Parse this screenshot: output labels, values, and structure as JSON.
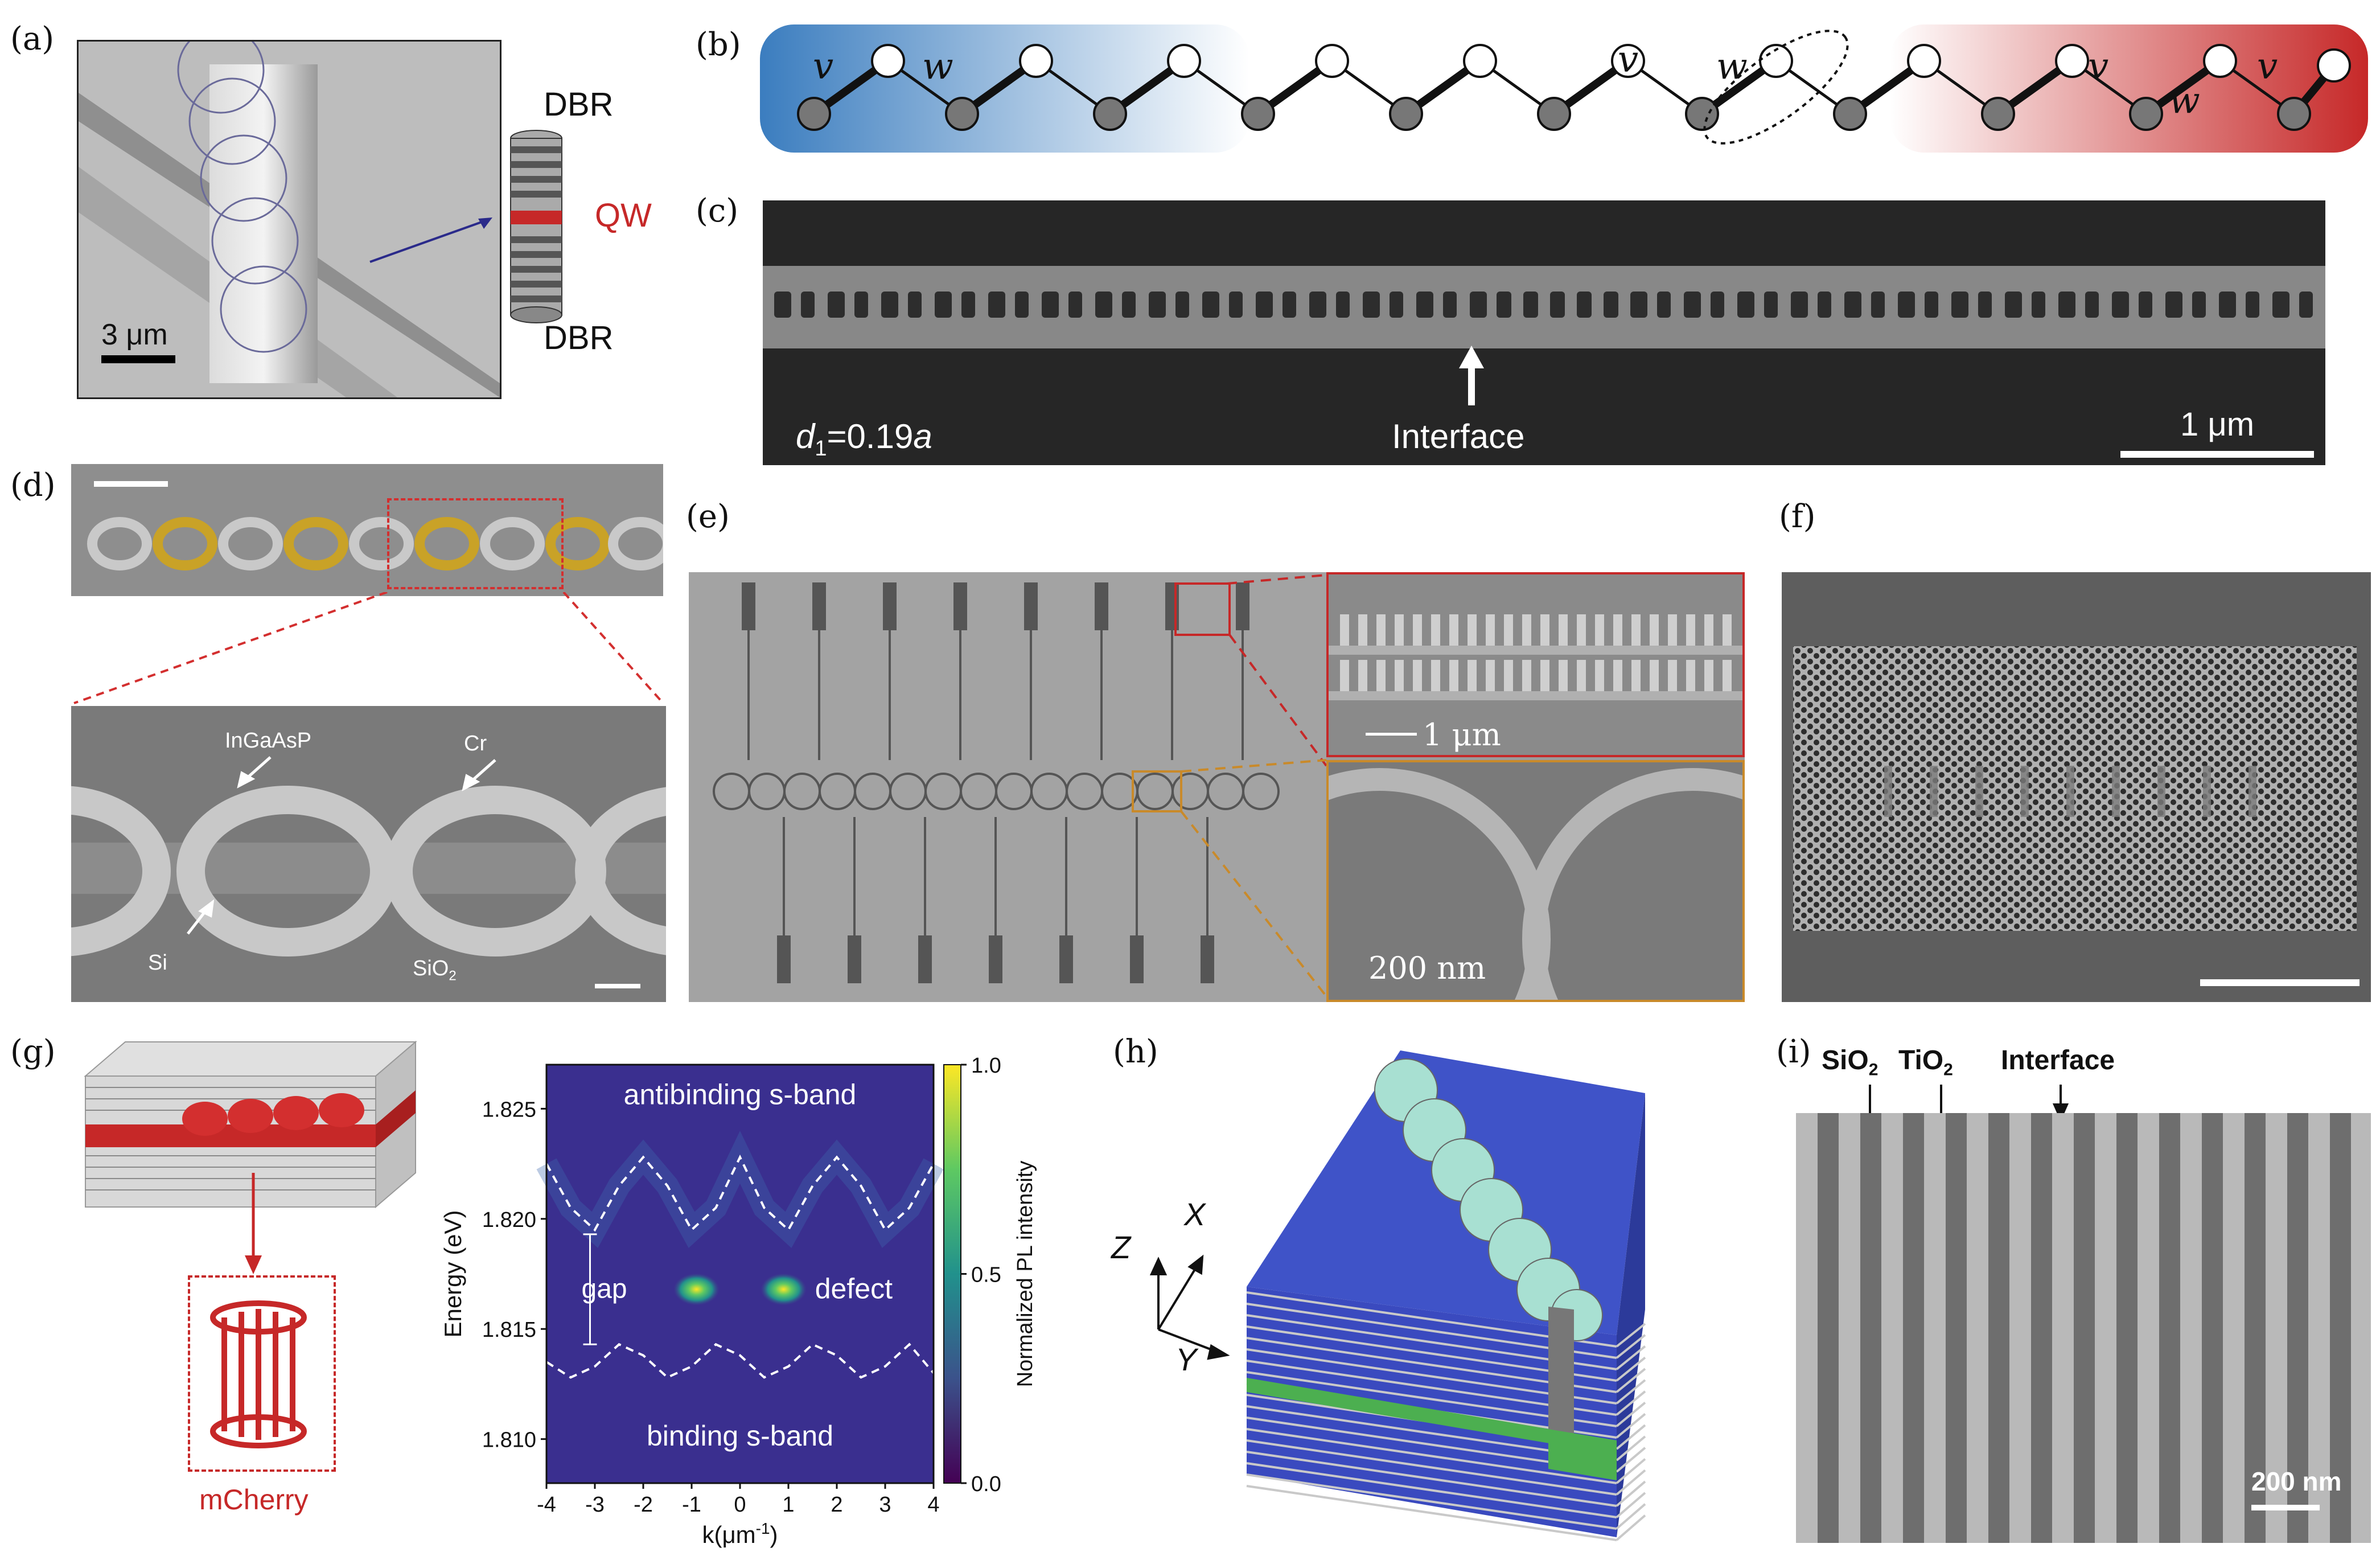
{
  "panels": {
    "a": {
      "label": "(a)",
      "scalebar": "3 μm",
      "dbr_top": "DBR",
      "qw": "QW",
      "dbr_bottom": "DBR",
      "qw_color": "#c62828"
    },
    "b": {
      "label": "(b)",
      "v_labels": [
        "v",
        "v",
        "v",
        "v"
      ],
      "w_labels": [
        "w",
        "w",
        "w"
      ],
      "left_color": "#3b7dbf",
      "right_color": "#c62828"
    },
    "c": {
      "label": "(c)",
      "d1": "d",
      "d1_sub": "1",
      "d1_val": "=0.19",
      "d1_a": "a",
      "interface": "Interface",
      "scalebar": "1 μm"
    },
    "d": {
      "label": "(d)",
      "ingaasp": "InGaAsP",
      "cr": "Cr",
      "si": "Si",
      "sio2_main": "SiO",
      "sio2_sub": "2",
      "ring_gold": "#c9a227"
    },
    "e": {
      "label": "(e)",
      "scale1": "1 μm",
      "scale2": "200 nm"
    },
    "f": {
      "label": "(f)"
    },
    "g": {
      "label": "(g)",
      "mcherry": "mCherry",
      "band_top": "antibinding s-band",
      "band_bottom": "binding s-band",
      "gap": "gap",
      "defect": "defect",
      "ylabel": "Energy (eV)",
      "xlabel_main": "k(μm",
      "xlabel_sup": "-1",
      "xlabel_end": ")",
      "colorbar_label": "Normalized PL intensity",
      "yticks": [
        "1.825",
        "1.820",
        "1.815",
        "1.810"
      ],
      "xticks": [
        "-4",
        "-3",
        "-2",
        "-1",
        "0",
        "1",
        "2",
        "3",
        "4"
      ],
      "cbticks": [
        "1.0",
        "0.5",
        "0.0"
      ]
    },
    "h": {
      "label": "(h)",
      "axis_z": "Z",
      "axis_x": "X",
      "axis_y": "Y"
    },
    "i": {
      "label": "(i)",
      "sio2_main": "SiO",
      "sio2_sub": "2",
      "tio2_main": "TiO",
      "tio2_sub": "2",
      "interface": "Interface",
      "scalebar": "200 nm"
    }
  },
  "chart_data": {
    "type": "heatmap",
    "title": "",
    "xlabel": "k(μm-1)",
    "ylabel": "Energy (eV)",
    "xlim": [
      -4,
      4
    ],
    "ylim": [
      1.808,
      1.827
    ],
    "colorbar": {
      "label": "Normalized PL intensity",
      "range": [
        0.0,
        1.0
      ]
    },
    "series": [
      {
        "name": "antibinding s-band",
        "x": [
          -4,
          -3.5,
          -3,
          -2.5,
          -2,
          -1.5,
          -1,
          -0.5,
          0,
          0.5,
          1,
          1.5,
          2,
          2.5,
          3,
          3.5,
          4
        ],
        "y": [
          1.8225,
          1.8205,
          1.8195,
          1.8215,
          1.8228,
          1.8215,
          1.8195,
          1.8205,
          1.8228,
          1.8205,
          1.8195,
          1.8215,
          1.8228,
          1.8215,
          1.8195,
          1.8205,
          1.8225
        ]
      },
      {
        "name": "binding s-band",
        "x": [
          -4,
          -3.5,
          -3,
          -2.5,
          -2,
          -1.5,
          -1,
          -0.5,
          0,
          0.5,
          1,
          1.5,
          2,
          2.5,
          3,
          3.5,
          4
        ],
        "y": [
          1.8135,
          1.8128,
          1.8133,
          1.8143,
          1.8138,
          1.8128,
          1.8133,
          1.8143,
          1.8138,
          1.8128,
          1.8133,
          1.8143,
          1.8138,
          1.8128,
          1.8133,
          1.8143,
          1.813
        ]
      }
    ],
    "peaks": [
      {
        "k": -0.9,
        "E": 1.8168,
        "intensity": 1.0
      },
      {
        "k": 0.9,
        "E": 1.8168,
        "intensity": 1.0
      }
    ],
    "gap": {
      "k": -3.1,
      "E_low": 1.8143,
      "E_high": 1.8193
    }
  }
}
